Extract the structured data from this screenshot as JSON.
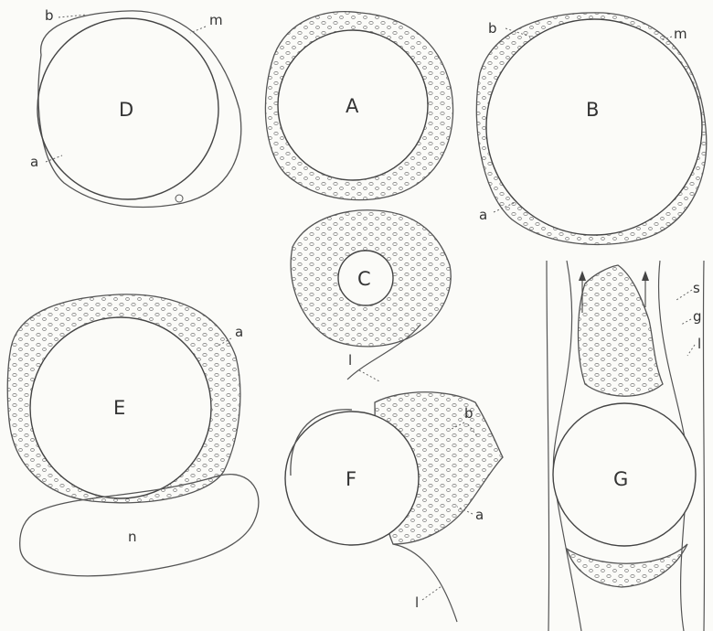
{
  "figures": {
    "A": {
      "label": "A"
    },
    "B": {
      "label": "B",
      "callouts": [
        "b",
        "m",
        "a"
      ]
    },
    "C": {
      "label": "C"
    },
    "D": {
      "label": "D",
      "callouts": [
        "b",
        "m",
        "a"
      ]
    },
    "E": {
      "label": "E",
      "callouts": [
        "a",
        "n"
      ]
    },
    "F": {
      "label": "F",
      "callouts": [
        "l",
        "b",
        "a",
        "l"
      ]
    },
    "G": {
      "label": "G",
      "callouts": [
        "s",
        "g",
        "l"
      ]
    }
  },
  "colors": {
    "ink": "#444444",
    "paper": "#fbfbf8"
  }
}
